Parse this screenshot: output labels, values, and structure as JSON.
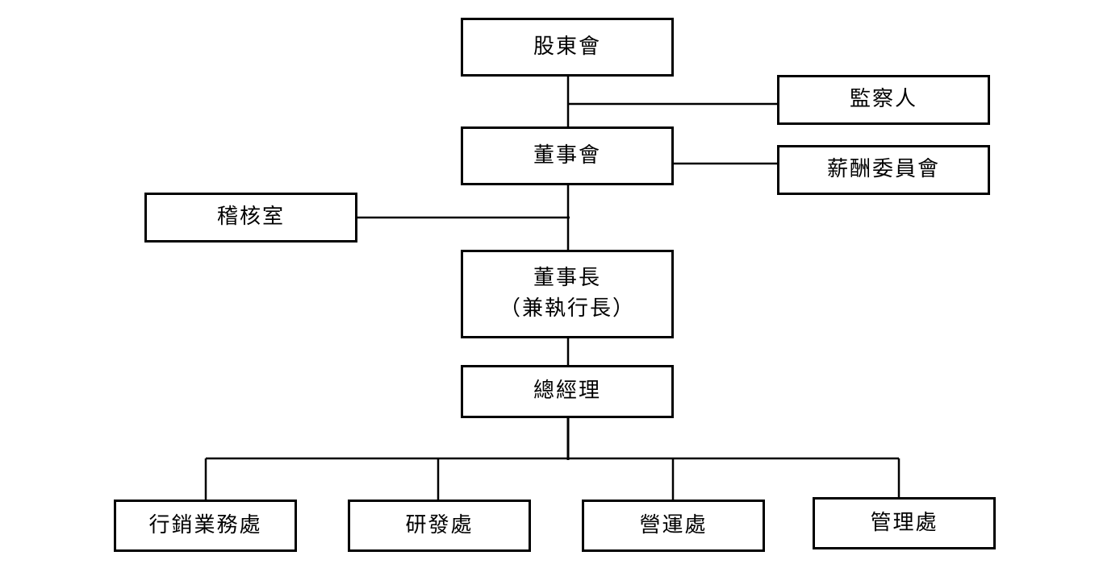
{
  "org_chart": {
    "shareholders": "股東會",
    "supervisor": "監察人",
    "board": "董事會",
    "compensation_committee": "薪酬委員會",
    "internal_audit": "稽核室",
    "chairman": {
      "line1": "董事長",
      "line2": "（兼執行長）"
    },
    "general_manager": "總經理",
    "departments": [
      {
        "label": "行銷業務處"
      },
      {
        "label": "研發處"
      },
      {
        "label": "營運處"
      },
      {
        "label": "管理處"
      }
    ]
  },
  "line_color": "#000000"
}
